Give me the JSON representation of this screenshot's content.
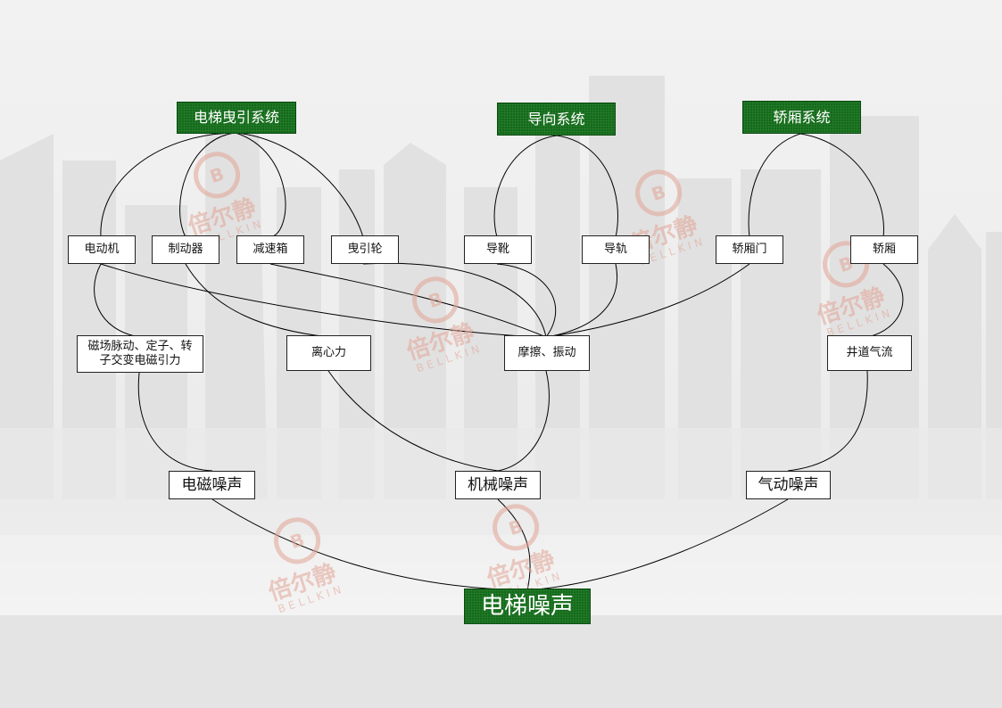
{
  "systems": {
    "traction": "电梯曳引系统",
    "guide": "导向系统",
    "car": "轿厢系统"
  },
  "components": {
    "motor": "电动机",
    "brake": "制动器",
    "gearbox": "减速箱",
    "sheave": "曳引轮",
    "guide_shoe": "导靴",
    "guide_rail": "导轨",
    "car_door": "轿厢门",
    "car": "轿厢"
  },
  "causes": {
    "magnetic": "磁场脉动、定子、转子交变电磁引力",
    "centrifugal": "离心力",
    "friction": "摩擦、振动",
    "shaft_air": "井道气流"
  },
  "noise_types": {
    "electromagnetic": "电磁噪声",
    "mechanical": "机械噪声",
    "aerodynamic": "气动噪声"
  },
  "root": "电梯噪声",
  "watermark": {
    "logo_text": "BELLKIN",
    "brand_cn": "倍尔静"
  },
  "colors": {
    "system_fill": "#126b18",
    "watermark": "#e2a596",
    "line": "#000000"
  }
}
